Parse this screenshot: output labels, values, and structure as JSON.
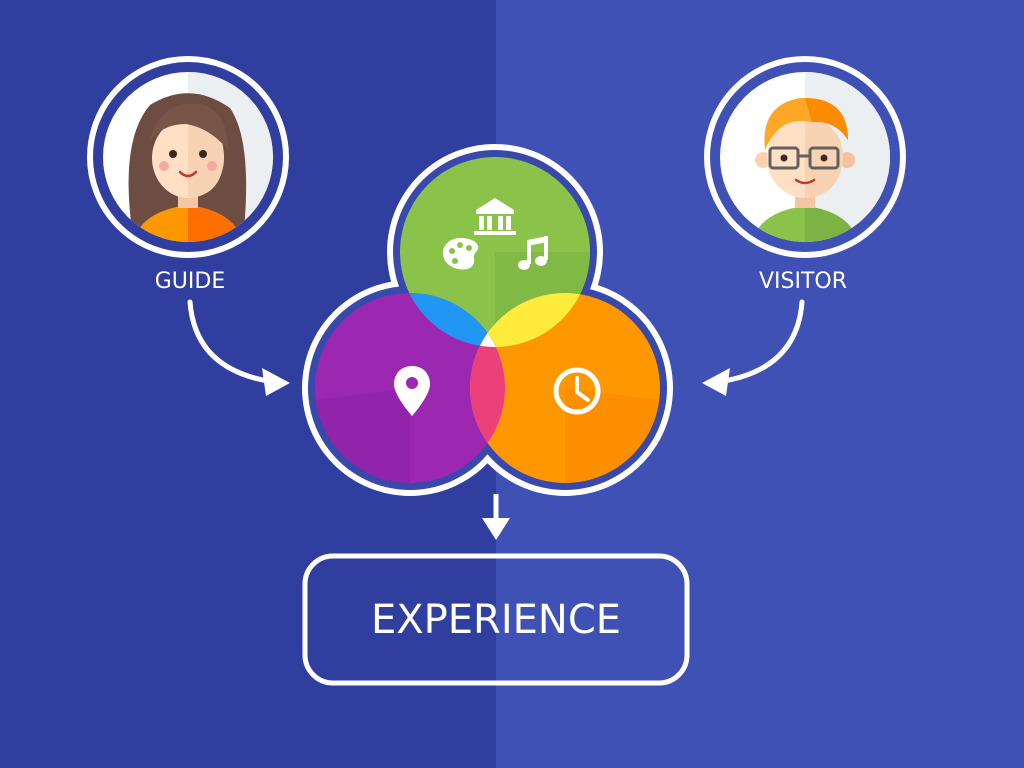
{
  "roles": {
    "guide": {
      "label": "GUIDE"
    },
    "visitor": {
      "label": "VISITOR"
    }
  },
  "venn": {
    "top_circle": {
      "color": "#8bc34a",
      "icons": [
        "museum-icon",
        "palette-icon",
        "music-note-icon"
      ]
    },
    "left_circle": {
      "color": "#9c27b0",
      "icons": [
        "location-pin-icon"
      ]
    },
    "right_circle": {
      "color": "#ff9800",
      "icons": [
        "clock-icon"
      ]
    }
  },
  "result": {
    "label": "EXPERIENCE"
  },
  "colors": {
    "background_left": "#303f9f",
    "background_right": "#3f51b5",
    "outline": "#ffffff"
  }
}
